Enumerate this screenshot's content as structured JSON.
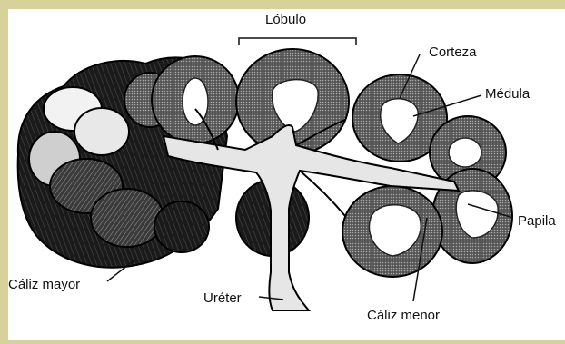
{
  "labels": {
    "lobulo": "Lóbulo",
    "corteza": "Corteza",
    "medula": "Médula",
    "papila": "Papila",
    "caliz_mayor": "Cáliz mayor",
    "ureter": "Uréter",
    "caliz_menor": "Cáliz menor"
  },
  "colors": {
    "frame": "#d6d29a",
    "ink": "#111111",
    "paper": "#ffffff"
  }
}
